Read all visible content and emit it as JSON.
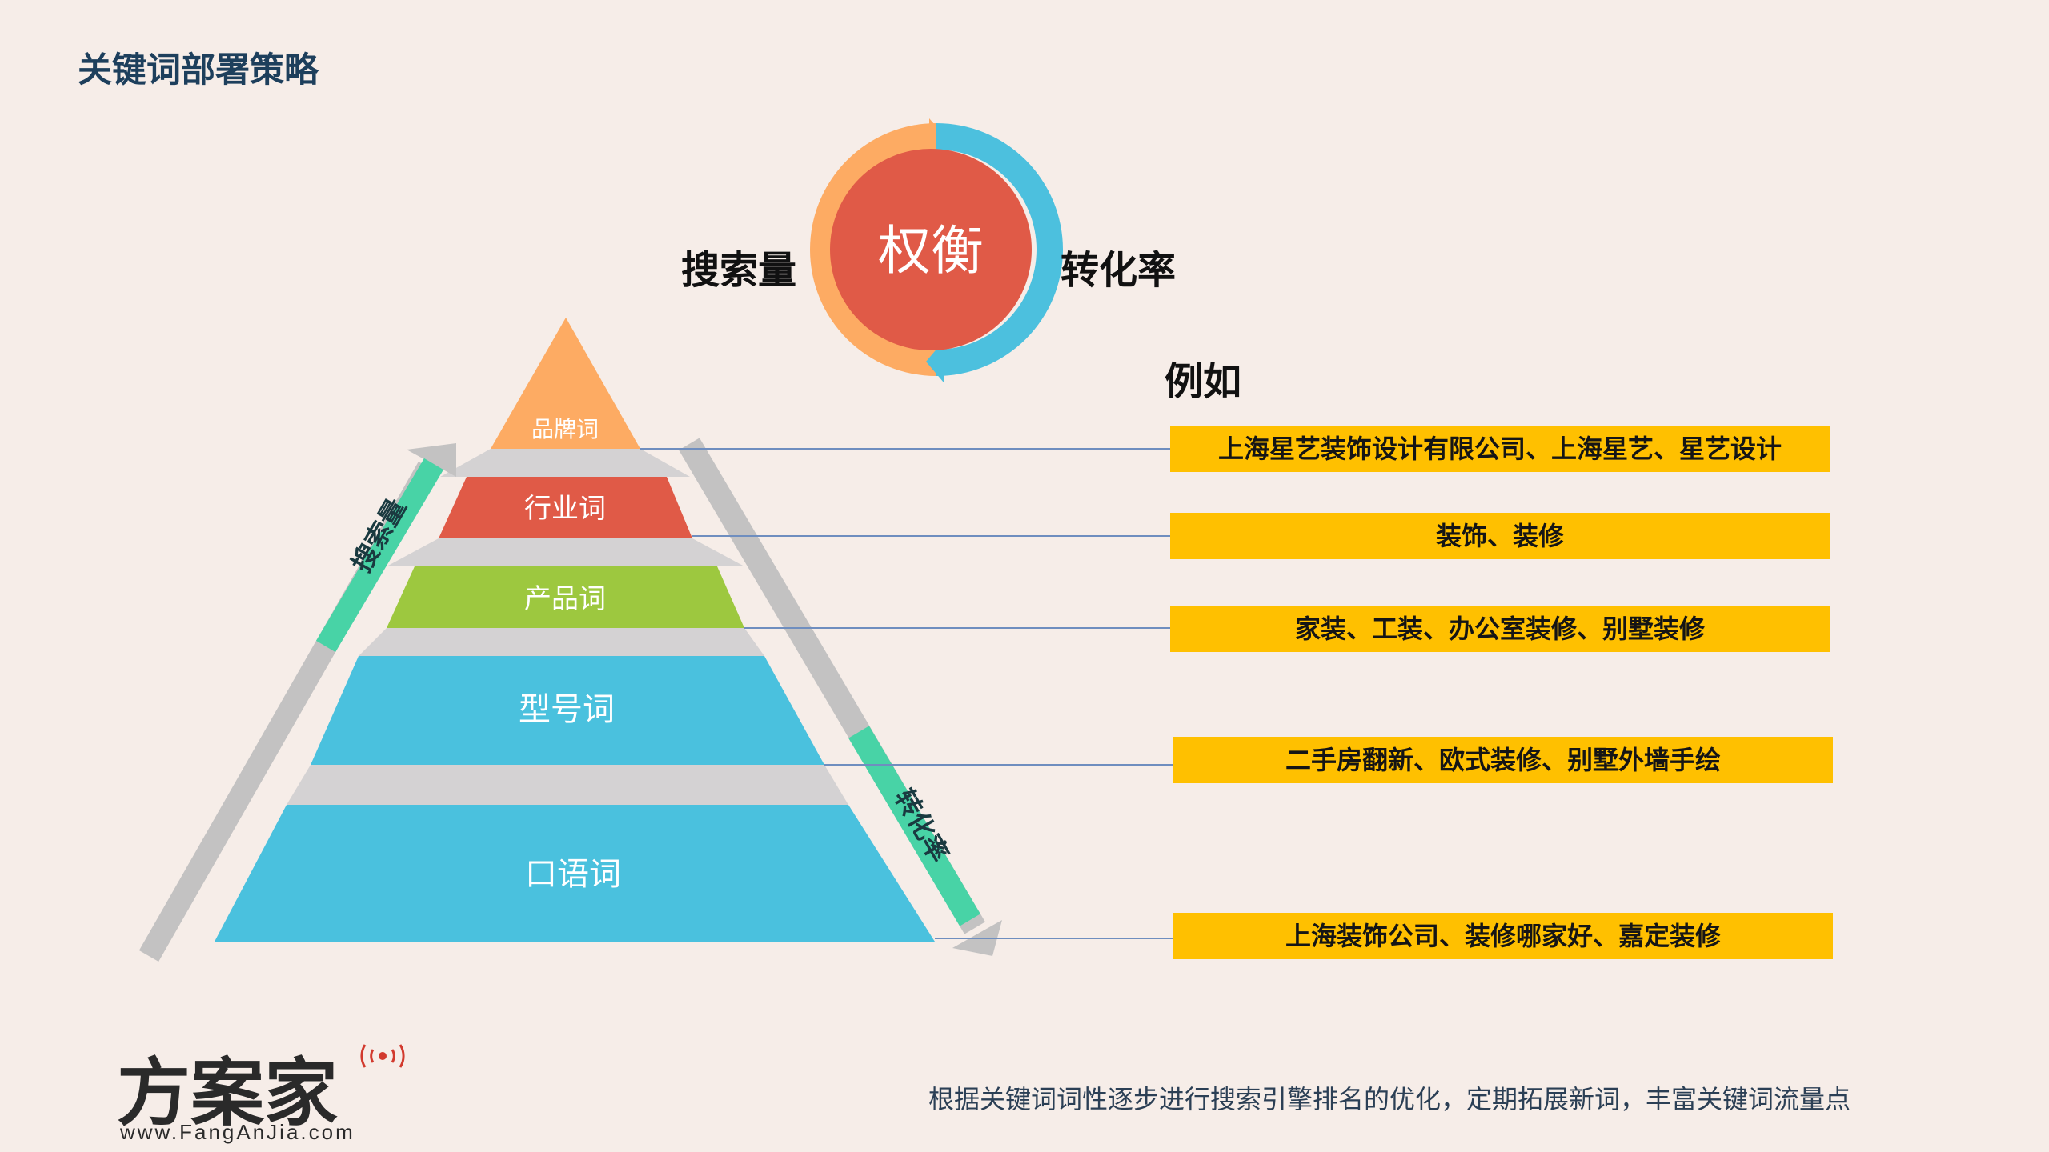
{
  "title": "关键词部署策略",
  "balance": {
    "center": "权衡",
    "left": "搜索量",
    "right": "转化率",
    "colors": {
      "left_arc": "#fdab63",
      "right_arc": "#4cc0de",
      "center": "#e05a47"
    }
  },
  "examples_heading": "例如",
  "tiers": [
    {
      "label": "品牌词",
      "color": "#fdab63",
      "example": "上海星艺装饰设计有限公司、上海星艺、星艺设计"
    },
    {
      "label": "行业词",
      "color": "#e05a47",
      "example": "装饰、装修"
    },
    {
      "label": "产品词",
      "color": "#9dc83f",
      "example": "家装、工装、办公室装修、别墅装修"
    },
    {
      "label": "型号词",
      "color": "#4ac1de",
      "example": "二手房翻新、欧式装修、别墅外墙手绘"
    },
    {
      "label": "口语词",
      "color": "#4ac1de",
      "example": "上海装饰公司、装修哪家好、嘉定装修"
    }
  ],
  "arrows": {
    "up_label": "搜索量",
    "down_label": "转化率",
    "accent_color": "#48d3a6"
  },
  "example_box_color": "#ffc000",
  "footer": "根据关键词词性逐步进行搜索引擎排名的优化，定期拓展新词，丰富关键词流量点",
  "logo": {
    "main": "方案家",
    "sub": "www.FangAnJia.com"
  }
}
